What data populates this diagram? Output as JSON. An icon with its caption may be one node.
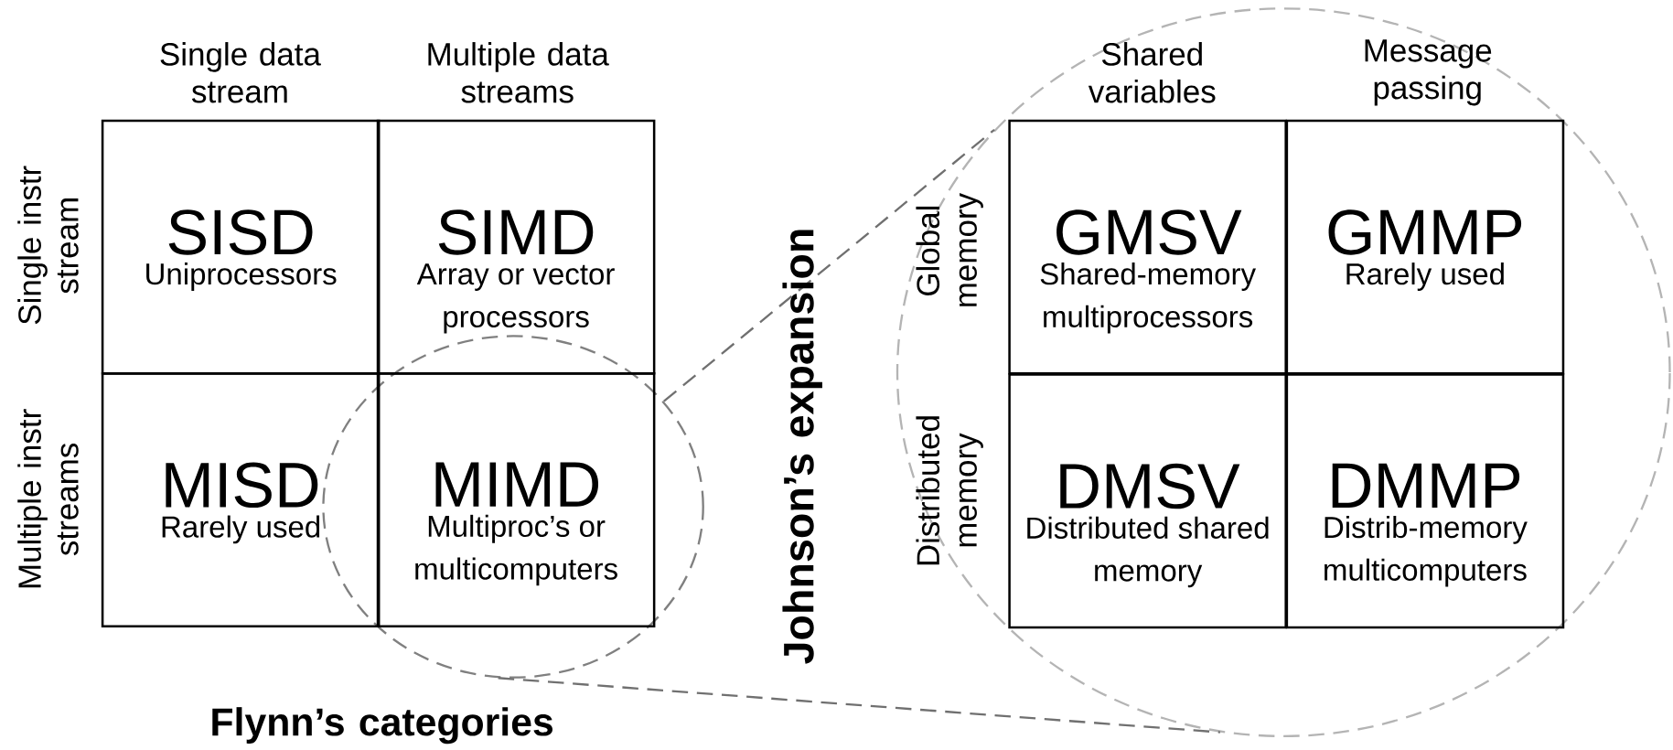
{
  "diagram": {
    "nodes": [
      {
        "text": [
          "SISD",
          "Uniprocessors"
        ]
      },
      {
        "text": [
          "SIMD",
          "Array or vector processors"
        ]
      },
      {
        "text": [
          "MISD",
          "Rarely used"
        ]
      },
      {
        "text": [],
        "shape": "circle"
      },
      {
        "text": [
          "MIMD",
          "Multiproc’s or multicomputers"
        ],
        "in": 3
      },
      {
        "text": [],
        "shape": "circle"
      },
      {
        "text": [
          "GMSV",
          "Shared-memory multiprocessors"
        ],
        "in": 5
      },
      {
        "text": [
          "GMMP",
          "Rarely used"
        ],
        "in": 5
      },
      {
        "text": [
          "DMSV",
          "Distributed shared memory"
        ],
        "in": 5
      },
      {
        "text": [
          "DMMP",
          "Distrib-memory multicomputers"
        ],
        "in": 5
      }
    ],
    "edges": [
      {
        "from": 3,
        "to": 5,
        "arrow": "none",
        "style": "dashed"
      },
      {
        "from": 3,
        "to": 5,
        "arrow": "none",
        "style": "dashed"
      }
    ],
    "labels": [
      "Single data stream",
      "Multiple data streams",
      "Shared variables",
      "Message passing",
      "Single instr stream",
      "Global memory",
      "Johnson’s expansion",
      "Multiple instr streams",
      "Distributed memory",
      "Flynn’s categories"
    ]
  }
}
